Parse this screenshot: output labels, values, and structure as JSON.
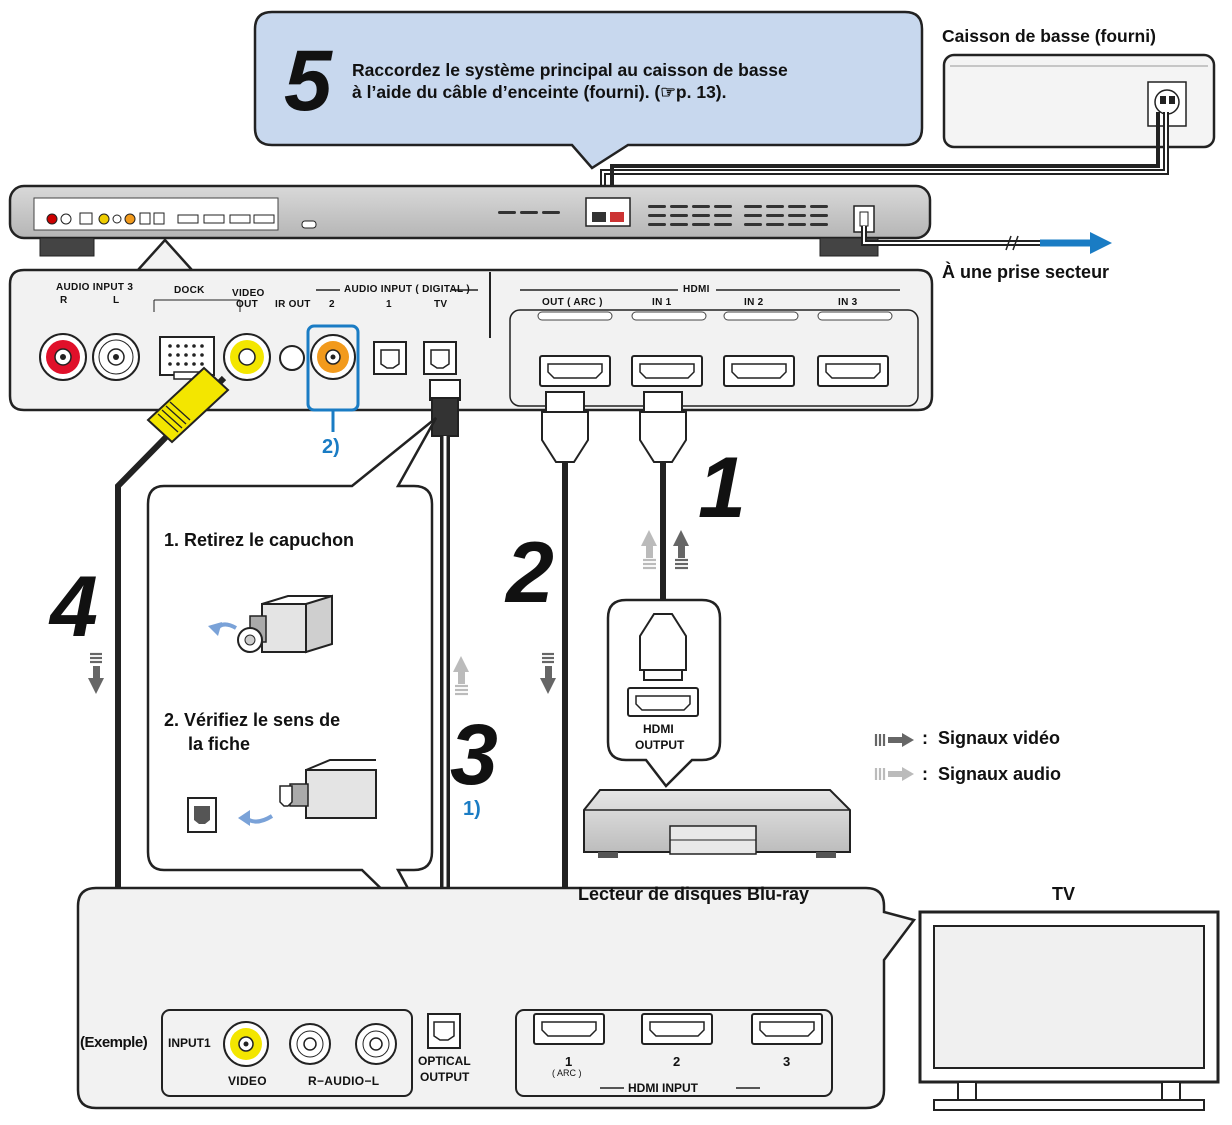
{
  "step5": {
    "number": "5",
    "line1": "Raccordez le système principal au caisson de basse",
    "line2": "à l’aide du câble d’enceinte (fourni). (☞p. 13)."
  },
  "subwoofer_label": "Caisson de basse (fourni)",
  "outlet_label": "À une prise secteur",
  "left_panel": {
    "audio_input3": "AUDIO INPUT 3",
    "r": "R",
    "l": "L",
    "dock": "DOCK",
    "video_out_1": "VIDEO",
    "video_out_2": "OUT",
    "ir_out": "IR OUT",
    "audio_input_digital": "AUDIO INPUT ( DIGITAL )",
    "d2": "2",
    "d1": "1",
    "dtv": "TV"
  },
  "hdmi_panel": {
    "title": "HDMI",
    "out_arc": "OUT ( ARC )",
    "in1": "IN 1",
    "in2": "IN 2",
    "in3": "IN 3"
  },
  "step_labels": {
    "s1": "1",
    "s2": "2",
    "s3": "3",
    "s4": "4",
    "sub2": "2)",
    "sub1": "1)"
  },
  "callout": {
    "item1": "1. Retirez le capuchon",
    "item2a": "2. Vérifiez le sens de",
    "item2b": "la fiche"
  },
  "player": {
    "hdmi": "HDMI",
    "output": "OUTPUT",
    "name": "Lecteur de disques Blu-ray"
  },
  "legend": {
    "video": "Signaux vidéo",
    "audio": "Signaux audio",
    "sep": ":"
  },
  "tv_label": "TV",
  "tv_panel": {
    "exemple": "(Exemple)",
    "input1": "INPUT1",
    "video": "VIDEO",
    "r_audio_l": "R−AUDIO−L",
    "optical": "OPTICAL",
    "output": "OUTPUT",
    "h1": "1",
    "arc": "( ARC )",
    "h2": "2",
    "h3": "3",
    "hdmi_input": "HDMI INPUT"
  },
  "colors": {
    "blue_accent": "#1a7cc4",
    "callout_fill": "#c8d8ee",
    "yellow_jack": "#f3e600",
    "red_jack": "#e0102a",
    "orange_jack": "#f29a1c"
  }
}
